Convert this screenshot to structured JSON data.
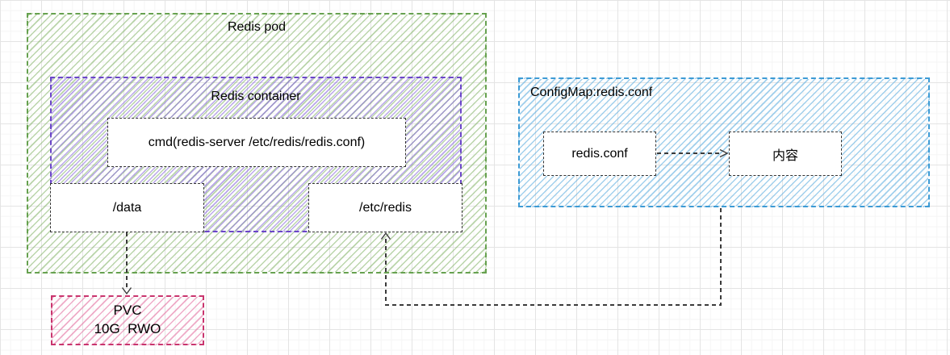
{
  "diagram": {
    "type": "kubernetes-architecture",
    "nodes": {
      "pod": {
        "label": "Redis pod",
        "border_color": "#66a14f",
        "hatch_color": "#82b366"
      },
      "container": {
        "label": "Redis container",
        "border_color": "#6b46c8",
        "hatch_color": "#8360dd"
      },
      "cmd": {
        "label": "cmd(redis-server /etc/redis/redis.conf)"
      },
      "data_volume": {
        "label": "/data"
      },
      "etc_redis_volume": {
        "label": "/etc/redis"
      },
      "configmap": {
        "label": "ConfigMap:redis.conf",
        "border_color": "#3d9bd5",
        "hatch_color": "#55aade"
      },
      "redis_conf": {
        "label": "redis.conf"
      },
      "content": {
        "label": "内容"
      },
      "pvc": {
        "line1": "PVC",
        "line2": "10G  RWO",
        "border_color": "#c9356e",
        "hatch_color": "#e474a3"
      }
    },
    "edges": [
      {
        "from": "data_volume",
        "to": "pvc",
        "style": "dashed",
        "arrow": "open",
        "direction": "down"
      },
      {
        "from": "configmap",
        "to": "etc_redis_volume",
        "style": "dashed",
        "arrow": "open",
        "direction": "down-left-up"
      },
      {
        "from": "redis_conf",
        "to": "content",
        "style": "dashed",
        "arrow": "open",
        "direction": "right"
      }
    ],
    "grid": {
      "minor_color": "#f5f5f5",
      "major_color": "#e4e4e4"
    }
  }
}
